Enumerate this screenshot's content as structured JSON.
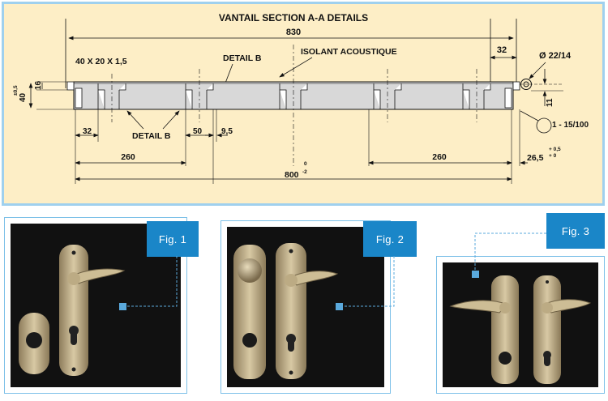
{
  "drawing": {
    "title": "VANTAIL SECTION A-A DETAILS",
    "dim_overall": "830",
    "dim_32_top": "32",
    "dim_hole": "Ø 22/14",
    "profile": "40 X 20 X 1,5",
    "detail_b_top": "DETAIL B",
    "insulation": "ISOLANT ACOUSTIQUE",
    "dim_40": "40",
    "dim_40_tol": "±0,5",
    "dim_16": "16",
    "dim_11": "11",
    "dim_32_bottom": "32",
    "detail_b_bottom": "DETAIL B",
    "dim_50": "50",
    "dim_9_5": "9,5",
    "dim_slope": "1 - 15/100",
    "dim_260_left": "260",
    "dim_260_right": "260",
    "dim_26_5": "26,5",
    "dim_26_5_tol_up": "+ 0,5",
    "dim_26_5_tol_low": "+ 0",
    "dim_800": "800",
    "dim_800_tol_up": "0",
    "dim_800_tol_low": "-2"
  },
  "figures": [
    {
      "label": "Fig. 1"
    },
    {
      "label": "Fig. 2"
    },
    {
      "label": "Fig. 3"
    }
  ],
  "colors": {
    "drawing_bg": "#fdeec6",
    "frame_border": "#9fd0ee",
    "tab_blue": "#1a86c8",
    "leader_blue": "#5aa9dc"
  }
}
